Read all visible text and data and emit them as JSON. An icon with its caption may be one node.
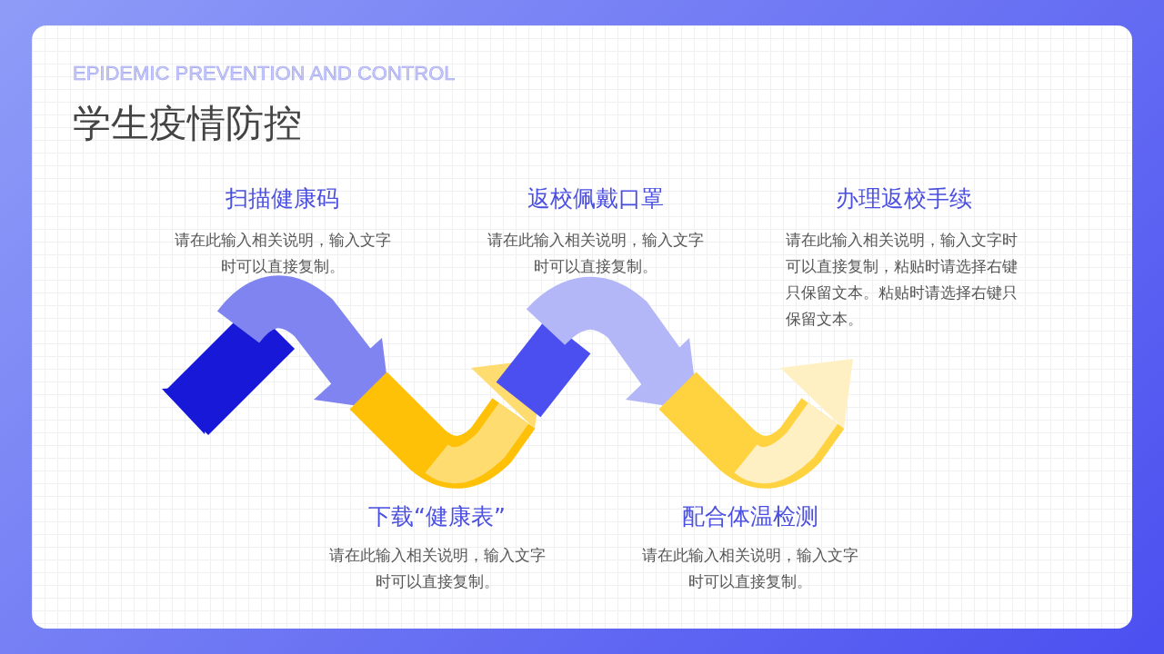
{
  "diagram": {
    "title": "学生疫情防控",
    "labels": [
      "EPIDEMIC PREVENTION AND CONTROL",
      "扫描健康码",
      "请在此输入相关说明，输入文字时可以直接复制。",
      "下载“健康表”",
      "请在此输入相关说明，输入文字时可以直接复制。",
      "返校佩戴口罩",
      "请在此输入相关说明，输入文字时可以直接复制。",
      "配合体温检测",
      "请在此输入相关说明，输入文字时可以直接复制。",
      "办理返校手续",
      "请在此输入相关说明，输入文字时可以直接复制，粘贴时请选择右键只保留文本。粘贴时请选择右键只保留文本。"
    ]
  }
}
